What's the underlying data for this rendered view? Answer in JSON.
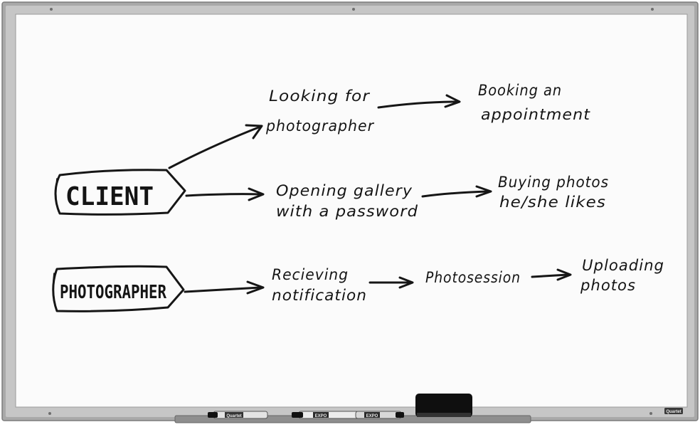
{
  "board": {
    "frame_color": "#a9a9a9",
    "surface_color": "#fbfbfb",
    "ink_color": "#161616",
    "brand": "Quartet"
  },
  "nodes": {
    "client": "CLIENT",
    "photographer": "PHOTOGRAPHER",
    "looking_line1": "Looking for",
    "looking_line2": "photographer",
    "booking_line1": "Booking an",
    "booking_line2": "appointment",
    "opening_line1": "Opening gallery",
    "opening_line2": "with a password",
    "buying_line1": "Buying photos",
    "buying_line2": "he/she likes",
    "receiving_line1": "Recieving",
    "receiving_line2": "notification",
    "photosession": "Photosession",
    "uploading_line1": "Uploading",
    "uploading_line2": "photos"
  },
  "tray": {
    "markers": [
      "Quartet",
      "EXPO",
      "EXPO"
    ]
  }
}
